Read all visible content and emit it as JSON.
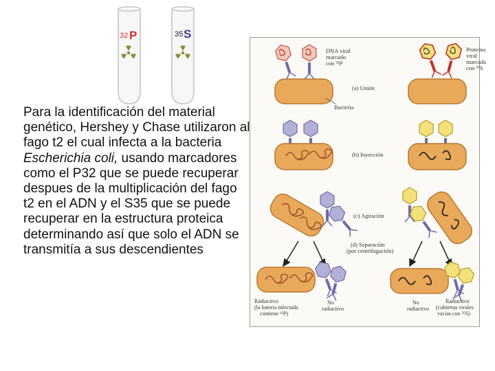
{
  "tubes": {
    "left_label_number": "32",
    "left_label_letter": "P",
    "right_label_number": "35",
    "right_label_letter": "S"
  },
  "paragraph": {
    "part1": "Para la identificación del material genético, Hershey y Chase utilizaron al fago t2 el cual infecta a la bacteria ",
    "organism": "Escherichia coli,",
    "part2": " usando marcadores como el P32 que se puede recuperar despues de la multiplicación del fago t2 en el ADN y el S35 que se puede recuperar en la estructura proteica determinando así que solo el ADN se transmitía a sus descendientes"
  },
  "figure": {
    "label_dna_1": "DNA viral",
    "label_dna_2": "marcado",
    "label_dna_3": "con ³²P",
    "label_prot_1": "Proteína",
    "label_prot_2": "viral",
    "label_prot_3": "marcada",
    "label_prot_4": "con ³⁵S",
    "step_a": "(a) Unión",
    "bacteria": "Bacteria",
    "step_b": "(b) Inyección",
    "step_c": "(c) Agitación",
    "step_d_1": "(d) Separación",
    "step_d_2": "(por centrifugación)",
    "result_l1_1": "Radiactivo",
    "result_l1_2": "(la bateria infectada",
    "result_l1_3": "contiene ³²P)",
    "result_l2_1": "No",
    "result_l2_2": "radiactivo",
    "result_r1_1": "No",
    "result_r1_2": "radiactivo",
    "result_r2_1": "Radiactivo",
    "result_r2_2": "(cubiertas virales",
    "result_r2_3": "vacías con ³⁵S)"
  },
  "colors": {
    "bacteria_fill": "#e9a95a",
    "bacteria_stroke": "#b8762f",
    "phage_blue": "#b3b0d8",
    "phage_yellow": "#f3e27a",
    "radioactive": "#8a8a3a",
    "label_red": "#d8302a"
  }
}
